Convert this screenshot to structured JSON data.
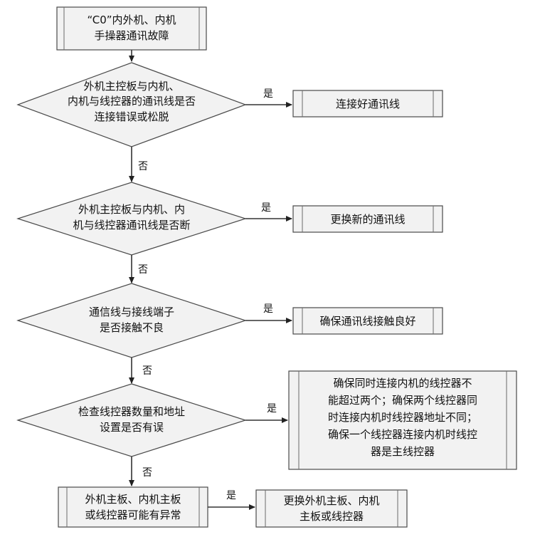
{
  "start": {
    "lines": [
      "“C0”内外机、内机",
      "手操器通讯故障"
    ]
  },
  "decisions": [
    {
      "lines": [
        "外机主控板与内机、",
        "内机与线控器的通讯线是否",
        "连接错误或松脱"
      ]
    },
    {
      "lines": [
        "外机主控板与内机、内",
        "机与线控器通讯线是否断"
      ]
    },
    {
      "lines": [
        "通信线与接线端子",
        "是否接触不良"
      ]
    },
    {
      "lines": [
        "检查线控器数量和地址",
        "设置是否有误"
      ]
    }
  ],
  "actions": [
    {
      "lines": [
        "连接好通讯线"
      ]
    },
    {
      "lines": [
        "更换新的通讯线"
      ]
    },
    {
      "lines": [
        "确保通讯线接触良好"
      ]
    },
    {
      "lines": [
        "确保同时连接内机的线控器不",
        "能超过两个；确保两个线控器同",
        "时连接内机时线控器地址不同；",
        "确保一个线控器连接内机时线控",
        "器是主线控器"
      ]
    },
    {
      "lines": [
        "更换外机主板、内机",
        "主板或线控器"
      ]
    }
  ],
  "final_check": {
    "lines": [
      "外机主板、内机主板",
      "或线控器可能有异常"
    ]
  },
  "labels": {
    "yes": "是",
    "no": "否"
  }
}
